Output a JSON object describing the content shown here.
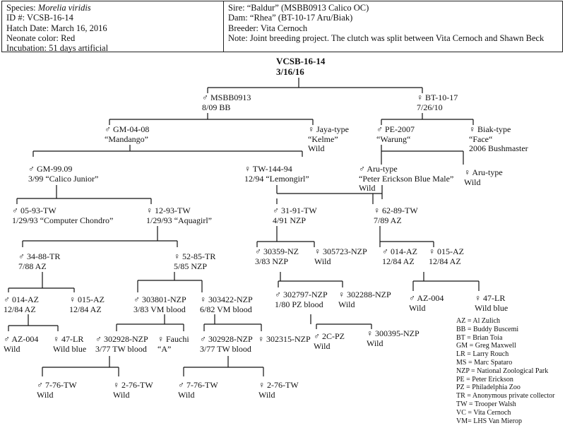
{
  "header": {
    "left": [
      {
        "label": "Species: ",
        "value": "Morelia viridis"
      },
      {
        "label": "ID #:  ",
        "value": "VCSB-16-14"
      },
      {
        "label": "Hatch Date:  ",
        "value": "March 16, 2016"
      },
      {
        "label": "Neonate color:  ",
        "value": "Red"
      },
      {
        "label": "Incubation: ",
        "value": "51 days artificial"
      }
    ],
    "right": [
      "Sire:  “Baldur” (MSBB0913 Calico OC)",
      "Dam:  “Rhea” (BT-10-17 Aru/Biak)",
      "Breeder: Vita Cernoch",
      "Note: Joint breeding project. The clutch was split between Vita Cernoch and Shawn Beck"
    ]
  },
  "nodes": {
    "root": [
      "VCSB-16-14",
      "3/16/16"
    ],
    "msbb0913": [
      "♂ MSBB0913",
      "8/09 BB"
    ],
    "bt1017": [
      "♀ BT-10-17",
      "7/26/10"
    ],
    "gm0408": [
      "♂ GM-04-08",
      "“Mandango”"
    ],
    "jaya": [
      "♀ Jaya-type",
      "“Kelme”",
      "Wild"
    ],
    "pe2007": [
      "♂ PE-2007",
      "“Warung“"
    ],
    "biak": [
      "♀ Biak-type",
      "“Face“",
      "2006 Bushmaster"
    ],
    "gm9909": [
      "♂ GM-99.09",
      "3/99 “Calico Junior”"
    ],
    "tw14494": [
      "♀ TW-144-94",
      "12/94 “Lemongirl”"
    ],
    "arum": [
      "♂ Aru-type",
      "“Peter Erickson Blue Male”",
      "Wild"
    ],
    "aruf": [
      "♀ Aru-type",
      "Wild"
    ],
    "tw0593": [
      "♂ 05-93-TW",
      "1/29/93 “Computer Chondro”"
    ],
    "tw1293": [
      "♀ 12-93-TW",
      "1/29/93  “Aquagirl”"
    ],
    "tw3191": [
      "♂ 31-91-TW",
      "4/91 NZP"
    ],
    "tw6289": [
      "♀ 62-89-TW",
      "7/89 AZ"
    ],
    "tr3488": [
      "♂ 34-88-TR",
      "7/88 AZ"
    ],
    "tr5285": [
      "♀ 52-85-TR",
      "5/85 NZP"
    ],
    "nz30359": [
      "♂ 30359-NZ",
      "3/83 NZP"
    ],
    "nzp305723": [
      "♀ 305723-NZP",
      "Wild"
    ],
    "az014a": [
      "♂ 014-AZ",
      "12/84 AZ"
    ],
    "az015a": [
      "♀ 015-AZ",
      "12/84 AZ"
    ],
    "az014b": [
      "♂ 014-AZ",
      "12/84 AZ"
    ],
    "az015b": [
      "♀ 015-AZ",
      "12/84 AZ"
    ],
    "nzp303801": [
      "♂ 303801-NZP",
      "3/83 VM blood"
    ],
    "nzp303422": [
      "♀ 303422-NZP",
      "6/82 VM blood"
    ],
    "nzp302797": [
      "♂ 302797-NZP",
      "1/80 PZ blood"
    ],
    "nzp302288": [
      "♀ 302288-NZP",
      "Wild"
    ],
    "az004r": [
      "♂ AZ-004",
      "Wild"
    ],
    "lr47r": [
      "♀ 47-LR",
      "Wild blue"
    ],
    "az004l": [
      "♂ AZ-004",
      "Wild"
    ],
    "lr47l": [
      "♀ 47-LR",
      "Wild blue"
    ],
    "nzp302928a": [
      "♂ 302928-NZP",
      "3/77 TW blood"
    ],
    "fauchi": [
      "♀ Fauchi",
      "“A”"
    ],
    "nzp302928b": [
      "♂ 302928-NZP",
      "3/77 TW blood"
    ],
    "nzp302315": [
      "♀ 302315-NZP",
      ""
    ],
    "pz2c": [
      "♂ 2C-PZ",
      "Wild"
    ],
    "nzp300395": [
      "♀ 300395-NZP",
      "Wild"
    ],
    "tw776a": [
      "♂ 7-76-TW",
      "Wild"
    ],
    "tw276a": [
      "♀ 2-76-TW",
      "Wild"
    ],
    "tw776b": [
      "♂ 7-76-TW",
      "Wild"
    ],
    "tw276b": [
      "♀ 2-76-TW",
      "Wild"
    ]
  },
  "legend": [
    "AZ = Al Zulich",
    "BB = Buddy Buscemi",
    "BT = Brian Toia",
    "GM = Greg Maxwell",
    "LR = Larry Rouch",
    "MS = Marc Spataro",
    "NZP = National Zoological Park",
    "PE = Peter Erickson",
    "PZ = Philadelphia Zoo",
    "TR = Anonymous private collector",
    "TW = Trooper Walsh",
    "VC = Vita Cernoch",
    "VM= LHS Van Mierop"
  ]
}
